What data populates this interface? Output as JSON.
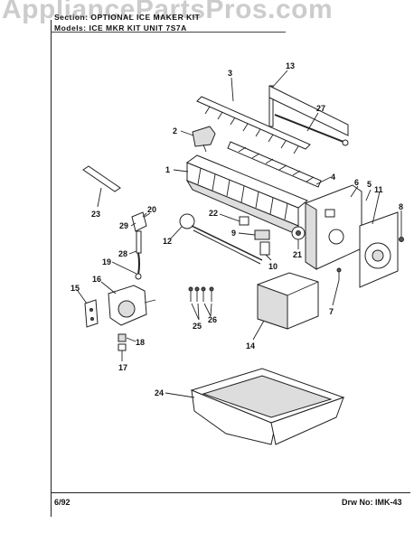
{
  "watermark": "AppliancePartsPros.com",
  "header": {
    "section_line": "Section: OPTIONAL ICE MAKER KIT",
    "model_line": "Models: ICE MKR KIT UNIT 7S7A"
  },
  "footer": {
    "date": "6/92",
    "drawing": "Drw No: IMK-43"
  },
  "callouts": [
    "1",
    "2",
    "3",
    "4",
    "5",
    "6",
    "7",
    "8",
    "9",
    "10",
    "11",
    "12",
    "13",
    "14",
    "15",
    "16",
    "17",
    "18",
    "19",
    "20",
    "21",
    "22",
    "23",
    "24",
    "25",
    "26",
    "27",
    "28",
    "29"
  ]
}
